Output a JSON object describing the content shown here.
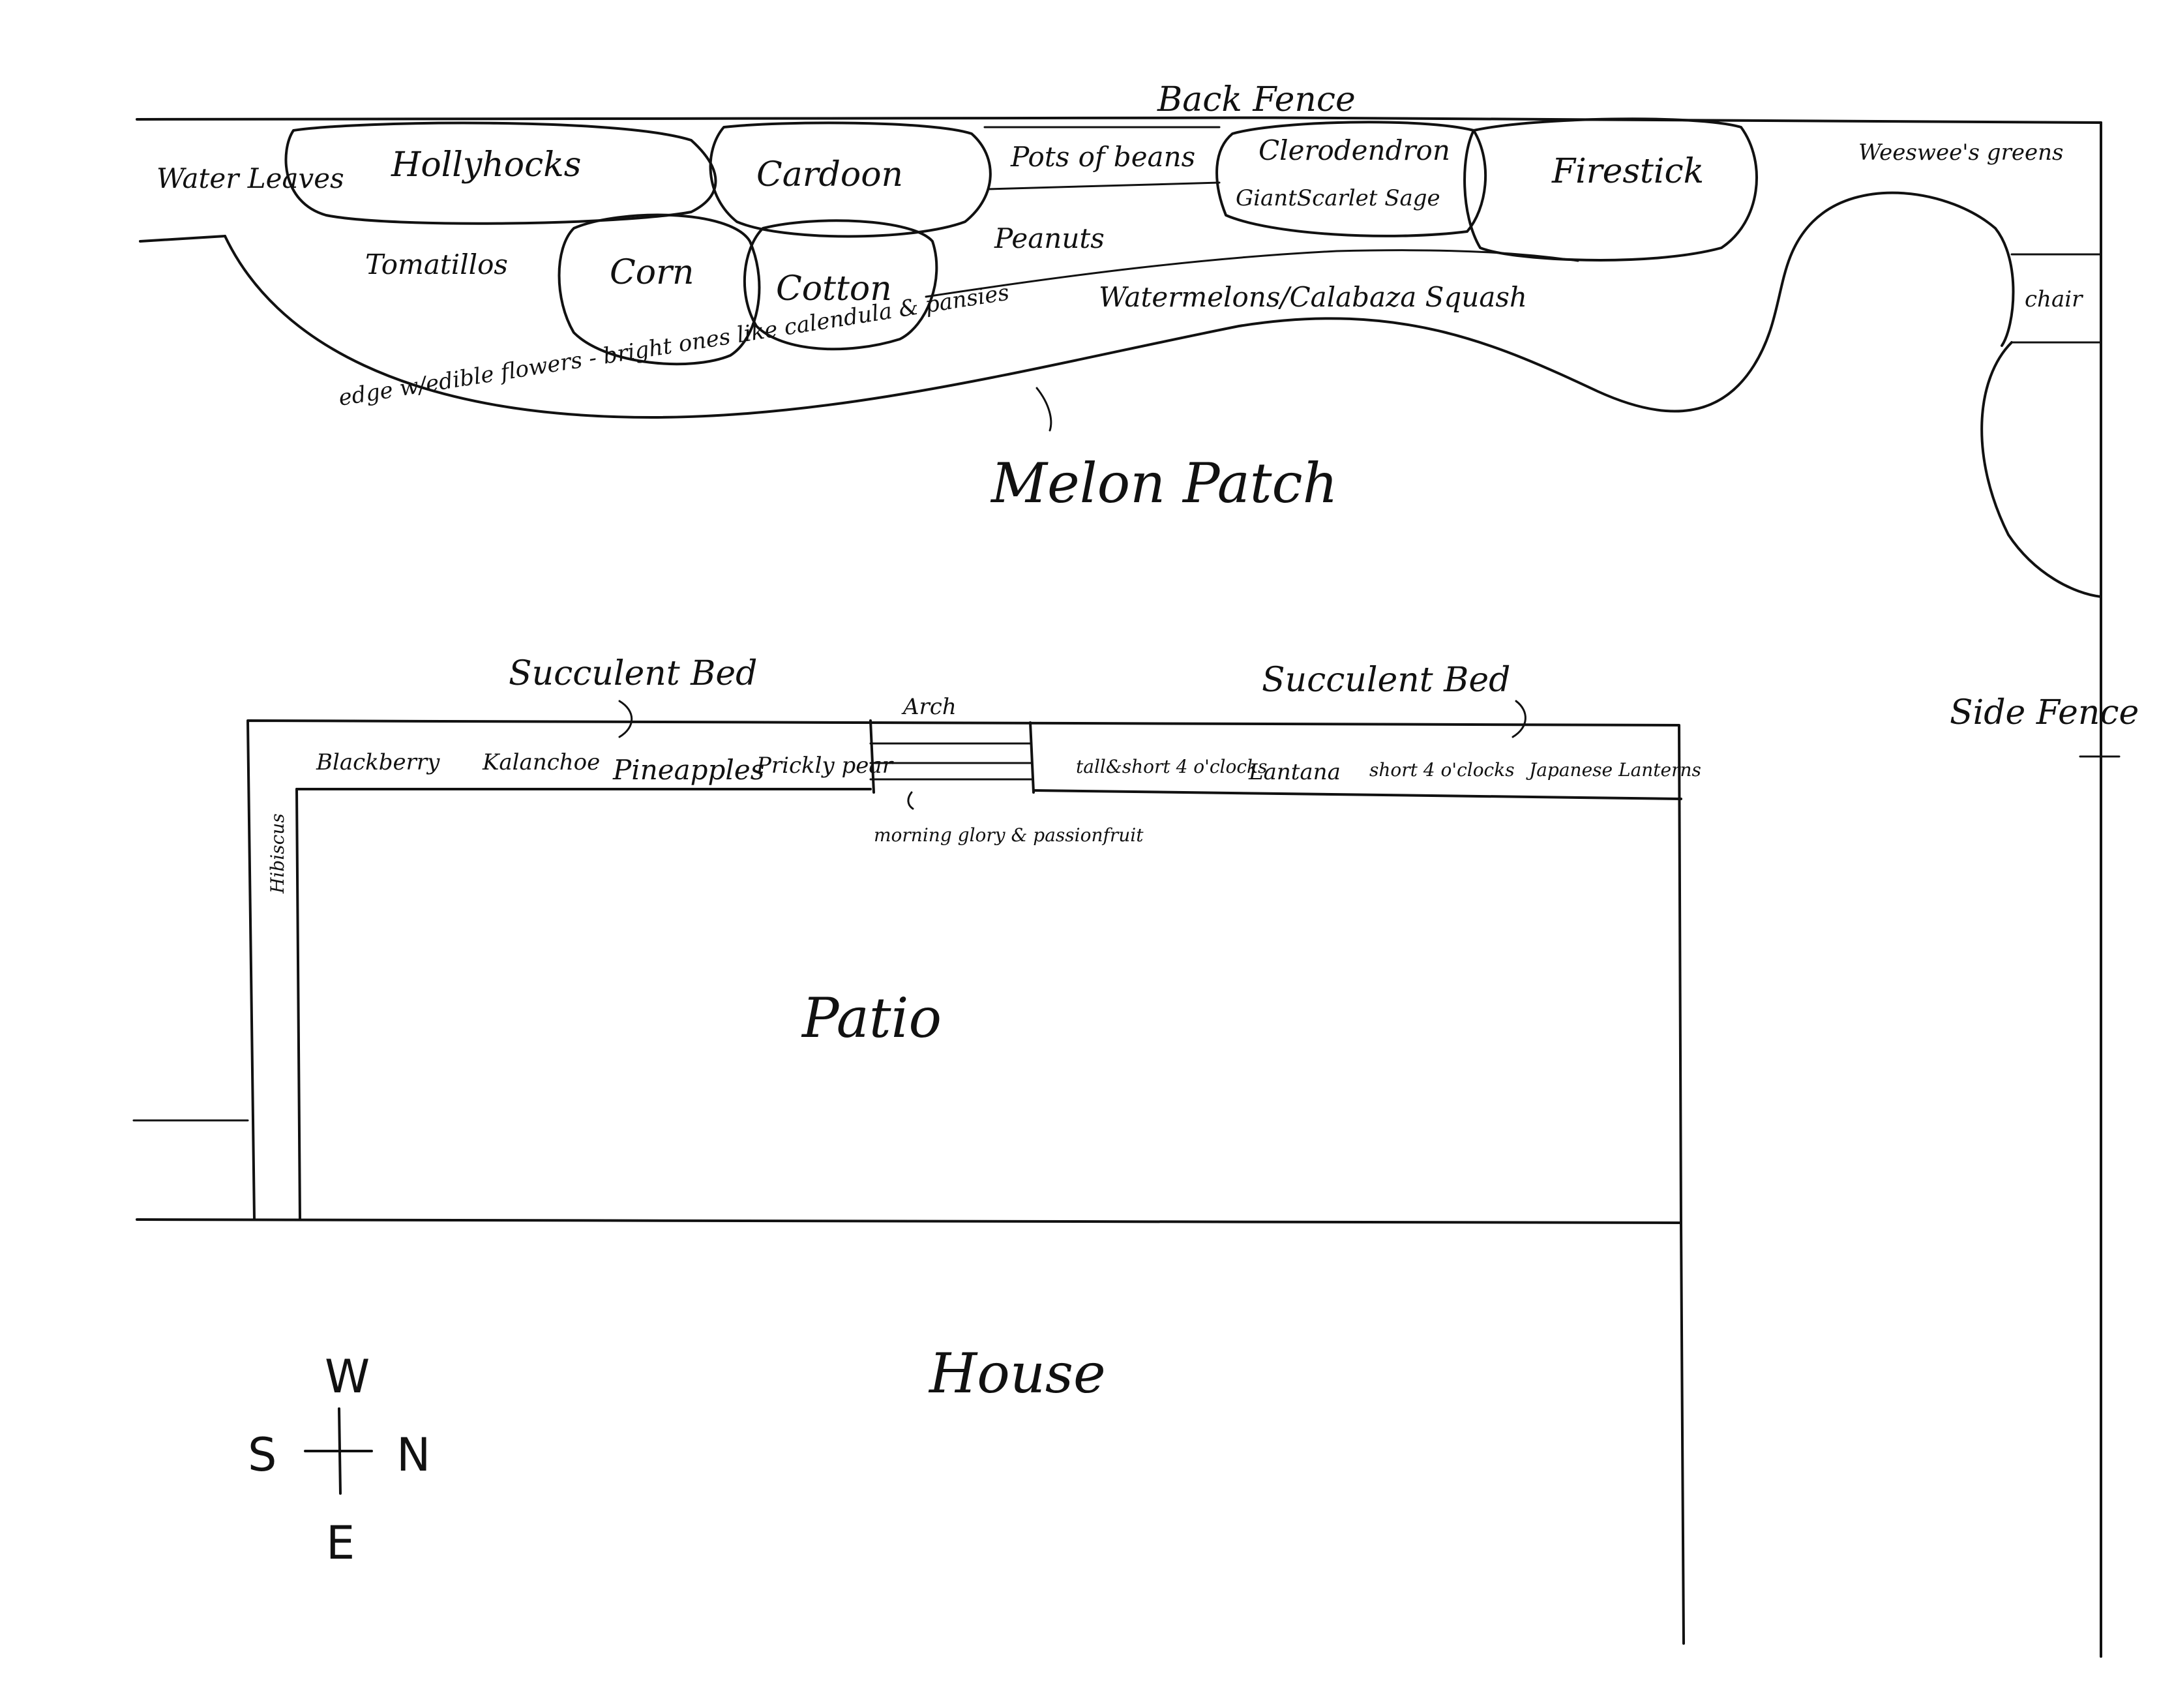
{
  "labels": {
    "back_fence": "Back Fence",
    "water_leaves": "Water Leaves",
    "hollyhocks": "Hollyhocks",
    "cardoon": "Cardoon",
    "pots_of_beans": "Pots of beans",
    "clerodendron": "Clerodendron",
    "giant_scarlet_sage": "GiantScarlet Sage",
    "firestick": "Firestick",
    "weeswees_greens": "Weeswee's greens",
    "tomatillos": "Tomatillos",
    "corn": "Corn",
    "cotton": "Cotton",
    "peanuts": "Peanuts",
    "watermelons": "Watermelons/Calabaza Squash",
    "chair": "chair",
    "edge_flowers": "edge w/edible flowers - bright ones like calendula & pansies",
    "melon_patch": "Melon Patch",
    "succulent_bed_left": "Succulent Bed",
    "succulent_bed_right": "Succulent Bed",
    "arch": "Arch",
    "blackberry": "Blackberry",
    "kalanchoe": "Kalanchoe",
    "pineapples": "Pineapples",
    "prickly_pear": "Prickly pear",
    "tall_short_4oclocks": "tall&short 4 o'clocks",
    "lantana": "Lantana",
    "short_4oclocks": "short 4 o'clocks",
    "japanese_lanterns": "Japanese Lanterns",
    "morning_glory": "morning glory & passionfruit",
    "hibiscus": "Hibiscus",
    "patio": "Patio",
    "side_fence": "Side Fence",
    "house": "House"
  },
  "compass": {
    "west": "W",
    "south": "S",
    "north": "N",
    "east": "E"
  }
}
